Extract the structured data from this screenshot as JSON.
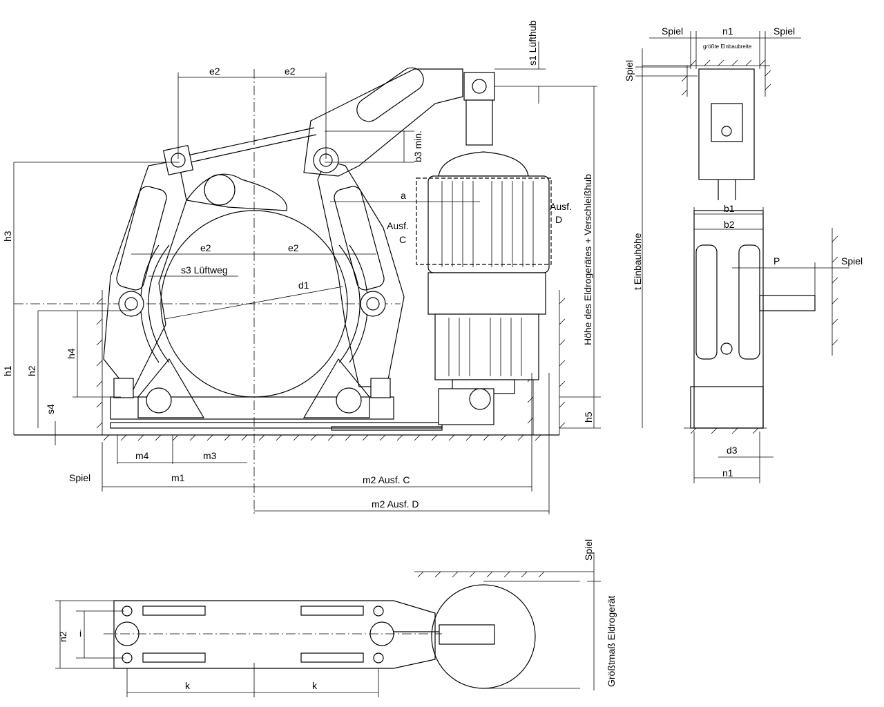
{
  "front_view": {
    "e2_top_left": "e2",
    "e2_top_right": "e2",
    "s1": "s1  Lüfthub",
    "b3": "b3  min.",
    "a": "a",
    "ausf_c": [
      "Ausf.",
      "C"
    ],
    "ausf_d": [
      "Ausf.",
      "D"
    ],
    "thruster_height": "Höhe  des  Eldrogerätes  +  Verschleißhub",
    "h3": "h3",
    "e2_mid_left": "e2",
    "e2_mid_right": "e2",
    "s3": "s3 Lüftweg",
    "d1": "d1",
    "h1": "h1",
    "h2": "h2",
    "h4": "h4",
    "s4": "s4",
    "h5": "h5",
    "m4": "m4",
    "m3": "m3",
    "spiel": "Spiel",
    "m1": "m1",
    "m2_c": "m2  Ausf.  C",
    "m2_d": "m2  Ausf.  D"
  },
  "side_view": {
    "spiel_left": "Spiel",
    "n1_top": "n1",
    "spiel_right": "Spiel",
    "max_width": "größte Einbaubreite",
    "spiel_vertical": "Spiel",
    "t": "t   Einbauhöhe",
    "b1": "b1",
    "b2": "b2",
    "p": "P",
    "spiel_p": "Spiel",
    "d3": "d3",
    "n1_bottom": "n1"
  },
  "top_view": {
    "spiel": "Spiel",
    "max_dim": "Größtmaß  Eldrogerät",
    "n2": "n2",
    "i": "i",
    "k_left": "k",
    "k_right": "k"
  }
}
